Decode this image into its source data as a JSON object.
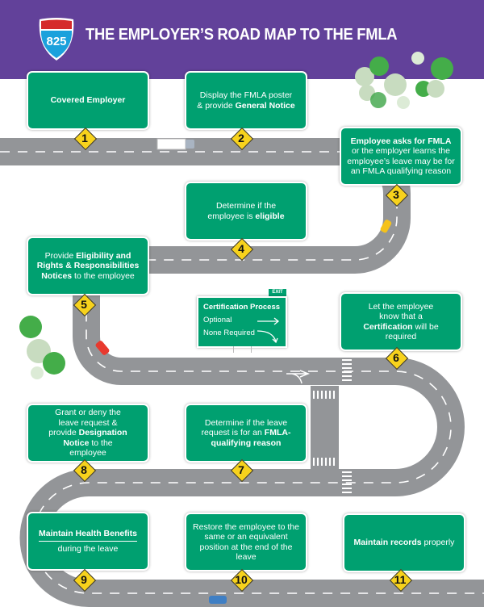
{
  "header": {
    "shield_number": "825",
    "title": "THE EMPLOYER’S ROAD MAP TO THE FMLA"
  },
  "steps": [
    {
      "number": "1",
      "parts": [
        {
          "t": "Covered Employer",
          "b": true
        }
      ]
    },
    {
      "number": "2",
      "parts": [
        {
          "t": "Display the FMLA poster",
          "b": false
        },
        {
          "t": "& provide ",
          "b": false,
          "inline": true
        },
        {
          "t": "General Notice",
          "b": true
        }
      ]
    },
    {
      "number": "3",
      "parts": [
        {
          "t": "Employee asks for FMLA",
          "b": true
        },
        {
          "t": "or the employer learns the employee’s leave may be for an FMLA qualifying reason",
          "b": false
        }
      ]
    },
    {
      "number": "4",
      "parts": [
        {
          "t": "Determine if the employee is ",
          "b": false
        },
        {
          "t": "eligible",
          "b": true
        }
      ]
    },
    {
      "number": "5",
      "parts": [
        {
          "t": "Provide ",
          "b": false
        },
        {
          "t": "Eligibility and Rights & Responsibilities Notices",
          "b": true
        },
        {
          "t": " to the employee",
          "b": false
        }
      ]
    },
    {
      "number": "6",
      "parts": [
        {
          "t": "Let the employee know that a ",
          "b": false
        },
        {
          "t": "Certification",
          "b": true
        },
        {
          "t": " will be required",
          "b": false
        }
      ]
    },
    {
      "number": "7",
      "parts": [
        {
          "t": "Determine if the leave request is for an ",
          "b": false
        },
        {
          "t": "FMLA-qualifying reason",
          "b": true
        }
      ]
    },
    {
      "number": "8",
      "parts": [
        {
          "t": "Grant or deny the leave request & provide ",
          "b": false
        },
        {
          "t": "Designation Notice",
          "b": true
        },
        {
          "t": " to the employee",
          "b": false
        }
      ]
    },
    {
      "number": "9",
      "parts": [
        {
          "t": "Maintain Health Benefits",
          "b": true
        },
        {
          "t": "during the leave",
          "b": false
        }
      ]
    },
    {
      "number": "10",
      "parts": [
        {
          "t": "Restore the employee to the same or an equivalent position at the end of the leave",
          "b": false
        }
      ]
    },
    {
      "number": "11",
      "parts": [
        {
          "t": "Maintain records",
          "b": true
        },
        {
          "t": " properly",
          "b": false
        }
      ]
    }
  ],
  "exit_sign": {
    "tag": "EXIT",
    "title": "Certification Process",
    "option1": "Optional",
    "option2": "None Required"
  },
  "colors": {
    "header": "#62419a",
    "sign_green": "#00a070",
    "road": "#939598",
    "diamond": "#f7d21c"
  }
}
